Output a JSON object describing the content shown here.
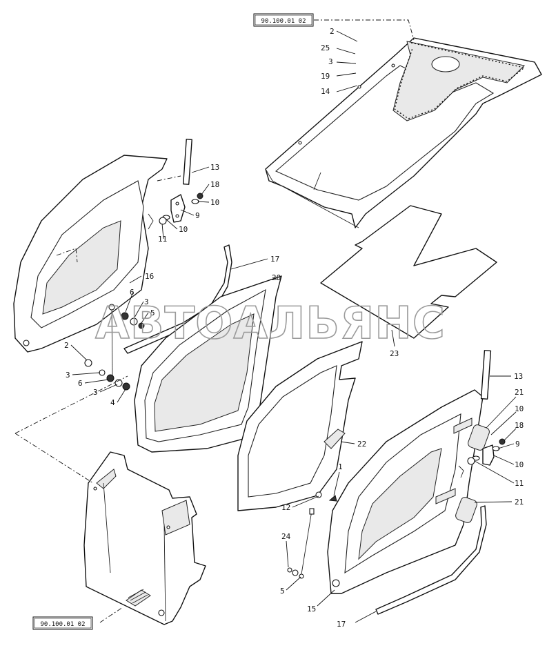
{
  "references": {
    "top": "90.100.01 02",
    "bottom": "90.100.01 02"
  },
  "watermark": "АВТОАЛЬЯНС",
  "callouts": {
    "c2_top": "2",
    "c25": "25",
    "c3_top": "3",
    "c19": "19",
    "c14": "14",
    "c13_left": "13",
    "c18_left": "18",
    "c10_left_a": "10",
    "c9_left": "9",
    "c10_left_b": "10",
    "c11_left": "11",
    "c16": "16",
    "c17_upper": "17",
    "c20": "20",
    "c6_a": "6",
    "c3_a": "3",
    "c5_a": "5",
    "c2_left": "2",
    "c3_left_a": "3",
    "c6_left": "6",
    "c3_left_b": "3",
    "c4_left": "4",
    "c23": "23",
    "c22": "22",
    "c1": "1",
    "c12": "12",
    "c24": "24",
    "c5_b": "5",
    "c13_right": "13",
    "c21_a": "21",
    "c10_right_a": "10",
    "c18_right": "18",
    "c9_right": "9",
    "c10_right_b": "10",
    "c11_right": "11",
    "c21_b": "21",
    "c15": "15",
    "c17_lower": "17"
  }
}
